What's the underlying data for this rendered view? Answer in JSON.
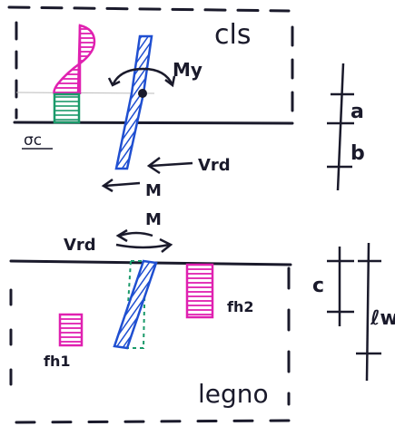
{
  "diagram": {
    "upper_material": "cls",
    "lower_material": "legno",
    "labels": {
      "moment_y": "My",
      "shear_upper": "Vrd",
      "shear_lower": "Vrd",
      "moment_upper": "M",
      "moment_lower": "M",
      "sigma_c": "σc",
      "fh2": "fh2",
      "fh1": "fh1",
      "dim_a": "a",
      "dim_b": "b",
      "dim_c": "c",
      "dim_lw": "ℓw"
    },
    "colors": {
      "ink": "#1a1a2b",
      "connector_blue": "#1f4fd1",
      "stress_magenta": "#e020b0",
      "stress_green": "#1a9a6a"
    }
  }
}
